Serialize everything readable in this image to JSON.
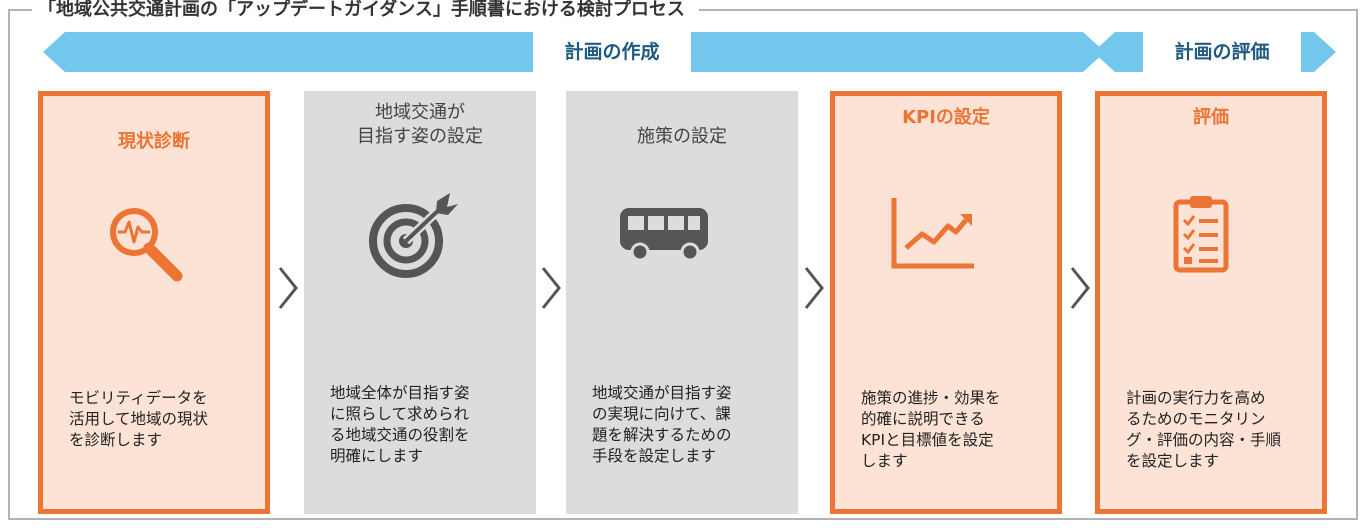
{
  "frame_title": "「地域公共交通計画の「アップデートガイダンス」手順書における検討プロセス",
  "banners": [
    {
      "label": "計画の作成"
    },
    {
      "label": "計画の評価"
    }
  ],
  "colors": {
    "orange": "#ec7434",
    "orange_bg": "#fde3d6",
    "gray_bg": "#dcdcdc",
    "banner": "#74c7ec",
    "gray_icon": "#555555"
  },
  "steps": [
    {
      "title": "現状診断",
      "icon": "magnifier-pulse-icon",
      "text_lines": [
        "モビリティデータを",
        "活用して地域の現状",
        "を診断します"
      ]
    },
    {
      "title_lines": [
        "地域交通が",
        "目指す姿の設定"
      ],
      "icon": "target-dart-icon",
      "text_lines": [
        "地域全体が目指す姿",
        "に照らして求められ",
        "る地域交通の役割を",
        "明確にします"
      ]
    },
    {
      "title": "施策の設定",
      "icon": "bus-icon",
      "text_lines": [
        "地域交通が目指す姿",
        "の実現に向けて、課",
        "題を解決するための",
        "手段を設定します"
      ]
    },
    {
      "title": "KPIの設定",
      "icon": "line-chart-icon",
      "text_lines": [
        "施策の進捗・効果を",
        "的確に説明できる",
        "KPIと目標値を設定",
        "します"
      ]
    },
    {
      "title": "評価",
      "icon": "clipboard-checklist-icon",
      "text_lines": [
        "計画の実行力を高め",
        "るためのモニタリン",
        "グ・評価の内容・手順",
        "を設定します"
      ]
    }
  ]
}
